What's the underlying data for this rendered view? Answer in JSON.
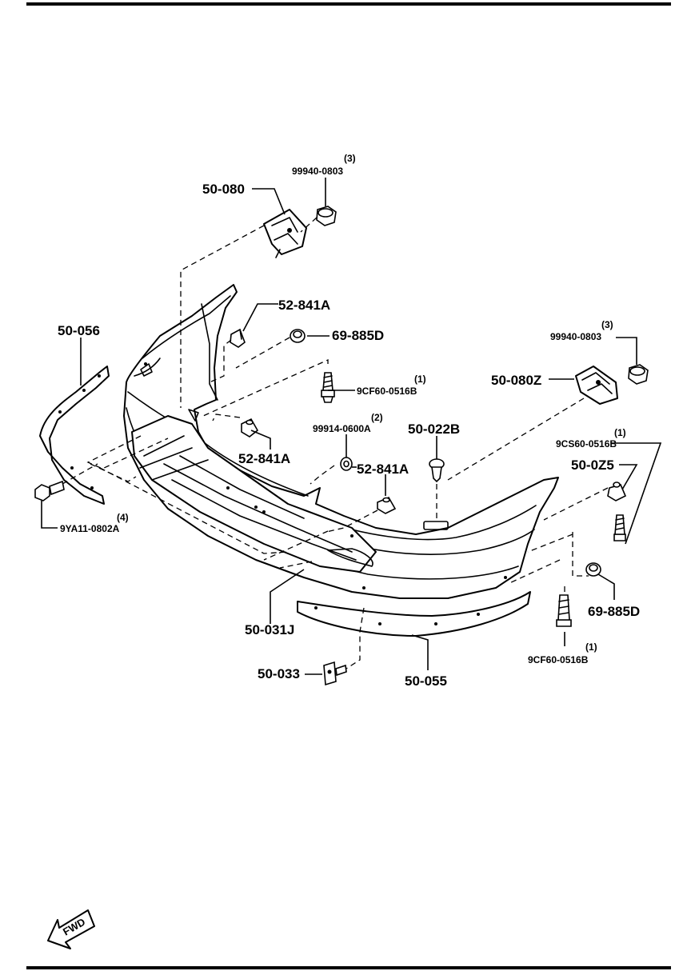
{
  "parts": [
    {
      "id": "p1",
      "code": "50-080"
    },
    {
      "id": "p2",
      "code": "99940-0803",
      "qty": "(3)"
    },
    {
      "id": "p3",
      "code": "52-841A"
    },
    {
      "id": "p4",
      "code": "69-885D"
    },
    {
      "id": "p5",
      "code": "50-056"
    },
    {
      "id": "p6",
      "code": "9CF60-0516B",
      "qty": "(1)"
    },
    {
      "id": "p7",
      "code": "99940-0803",
      "qty": "(3)"
    },
    {
      "id": "p8",
      "code": "50-080Z"
    },
    {
      "id": "p9",
      "code": "52-841A"
    },
    {
      "id": "p10",
      "code": "99914-0600A",
      "qty": "(2)"
    },
    {
      "id": "p11",
      "code": "52-841A"
    },
    {
      "id": "p12",
      "code": "50-022B"
    },
    {
      "id": "p13",
      "code": "9CS60-0516B",
      "qty": "(1)"
    },
    {
      "id": "p14",
      "code": "50-0Z5"
    },
    {
      "id": "p15",
      "code": "9YA11-0802A",
      "qty": "(4)"
    },
    {
      "id": "p16",
      "code": "69-885D"
    },
    {
      "id": "p17",
      "code": "50-031J"
    },
    {
      "id": "p18",
      "code": "9CF60-0516B",
      "qty": "(1)"
    },
    {
      "id": "p19",
      "code": "50-033"
    },
    {
      "id": "p20",
      "code": "50-055"
    }
  ],
  "fwd_label": "FWD"
}
